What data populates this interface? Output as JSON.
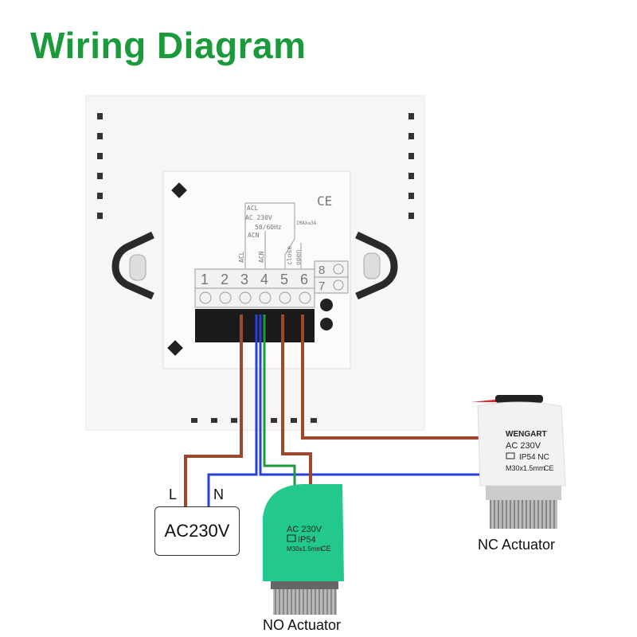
{
  "title": "Wiring Diagram",
  "thermostat": {
    "terminals": [
      "1",
      "2",
      "3",
      "4",
      "5",
      "6",
      "7",
      "8"
    ],
    "labels": {
      "acl": "ACL",
      "acn": "ACN",
      "ac": "AC 230V",
      "hz": "50/60Hz",
      "imax": "IMAX≤3A",
      "close": "close",
      "open": "open",
      "ce": "CE"
    }
  },
  "power": {
    "l": "L",
    "n": "N",
    "box": "AC230V"
  },
  "no_actuator": {
    "line1": "AC 230V",
    "line2": "IP54",
    "line3": "M30x1.5mm",
    "ce": "CE",
    "caption": "NO Actuator"
  },
  "nc_actuator": {
    "brand": "WENGART",
    "line1": "AC 230V",
    "line2": "IP54 NC",
    "line3": "M30x1.5mm",
    "ce": "CE",
    "caption": "NC Actuator"
  },
  "colors": {
    "title": "#1a9a3a",
    "brown": "#a0462a",
    "blue": "#2a3fd6",
    "green": "#1e9a3a",
    "no_body": "#22c98a",
    "nc_cap": "#e8262a"
  }
}
